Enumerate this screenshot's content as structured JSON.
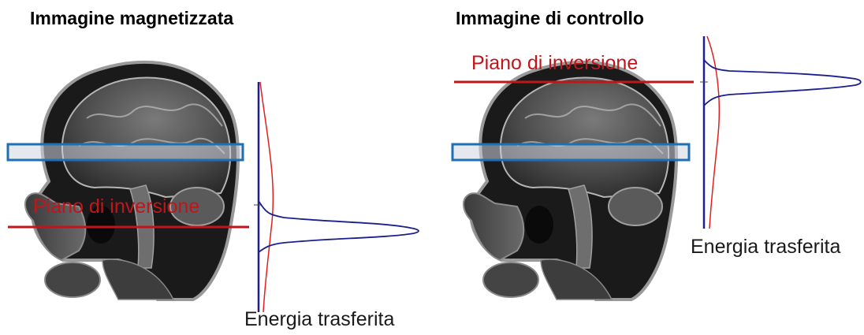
{
  "panels": {
    "left": {
      "title": "Immagine magnetizzata",
      "plane_label": "Piano di inversione",
      "axis_caption": "Energia trasferita"
    },
    "right": {
      "title": "Immagine di controllo",
      "plane_label": "Piano di inversione",
      "axis_caption": "Energia trasferita"
    }
  },
  "colors": {
    "inversion_plane": "#c0161b",
    "imaging_slab": "#1e6fb3",
    "energy_profile": "#1b1f8f",
    "reference_curve": "#e02020"
  }
}
